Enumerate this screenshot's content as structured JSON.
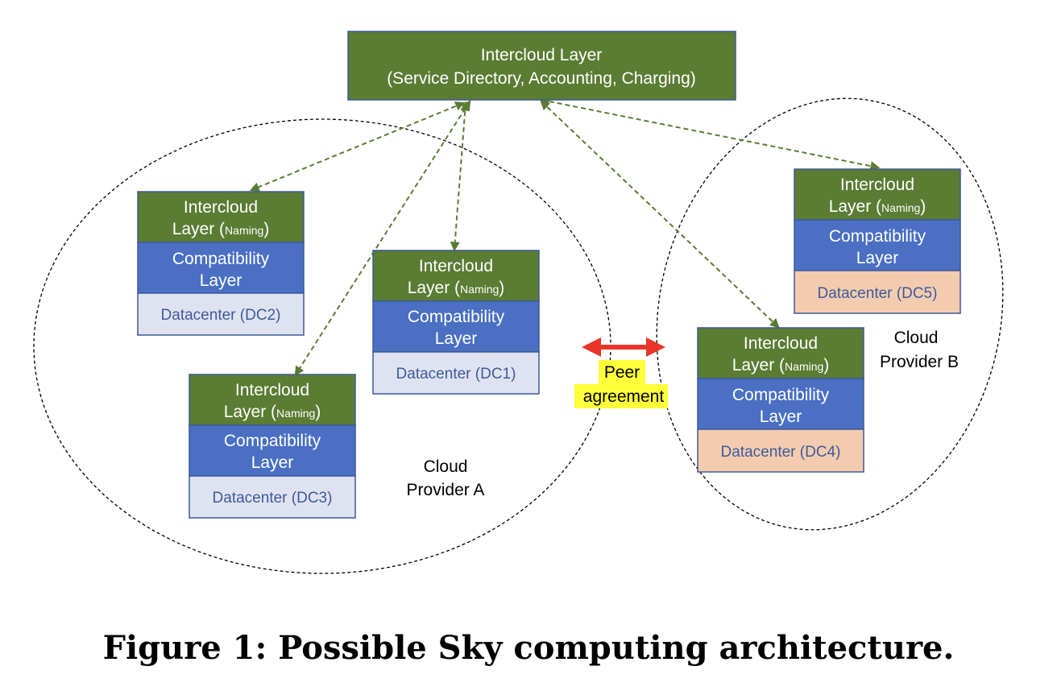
{
  "top_box": {
    "title": "Intercloud Layer",
    "subtitle": "(Service Directory, Accounting, Charging)"
  },
  "stacks": [
    {
      "id": "dc2",
      "intercloud_line1": "Intercloud",
      "intercloud_line2": "Layer (",
      "naming": "Naming",
      "close": ")",
      "compat_line1": "Compatibility",
      "compat_line2": "Layer",
      "datacenter": "Datacenter (DC2)"
    },
    {
      "id": "dc1",
      "intercloud_line1": "Intercloud",
      "intercloud_line2": "Layer (",
      "naming": "Naming",
      "close": ")",
      "compat_line1": "Compatibility",
      "compat_line2": "Layer",
      "datacenter": "Datacenter (DC1)"
    },
    {
      "id": "dc3",
      "intercloud_line1": "Intercloud",
      "intercloud_line2": "Layer (",
      "naming": "Naming",
      "close": ")",
      "compat_line1": "Compatibility",
      "compat_line2": "Layer",
      "datacenter": "Datacenter (DC3)"
    },
    {
      "id": "dc5",
      "intercloud_line1": "Intercloud",
      "intercloud_line2": "Layer (",
      "naming": "Naming",
      "close": ")",
      "compat_line1": "Compatibility",
      "compat_line2": "Layer",
      "datacenter": "Datacenter (DC5)"
    },
    {
      "id": "dc4",
      "intercloud_line1": "Intercloud",
      "intercloud_line2": "Layer (",
      "naming": "Naming",
      "close": ")",
      "compat_line1": "Compatibility",
      "compat_line2": "Layer",
      "datacenter": "Datacenter (DC4)"
    }
  ],
  "provider_a": {
    "line1": "Cloud",
    "line2": "Provider A"
  },
  "provider_b": {
    "line1": "Cloud",
    "line2": "Provider B"
  },
  "peer": {
    "line1": "Peer",
    "line2": "agreement"
  },
  "caption": "Figure 1: Possible Sky computing architecture.",
  "colors": {
    "intercloud_green": "#5a7c33",
    "compatibility_blue": "#4a6fc3",
    "datacenter_provider_a": "#dfe3f1",
    "datacenter_provider_b": "#f3ccb0",
    "peer_arrow_red": "#e8342a",
    "peer_highlight_yellow": "#ffff3a"
  }
}
